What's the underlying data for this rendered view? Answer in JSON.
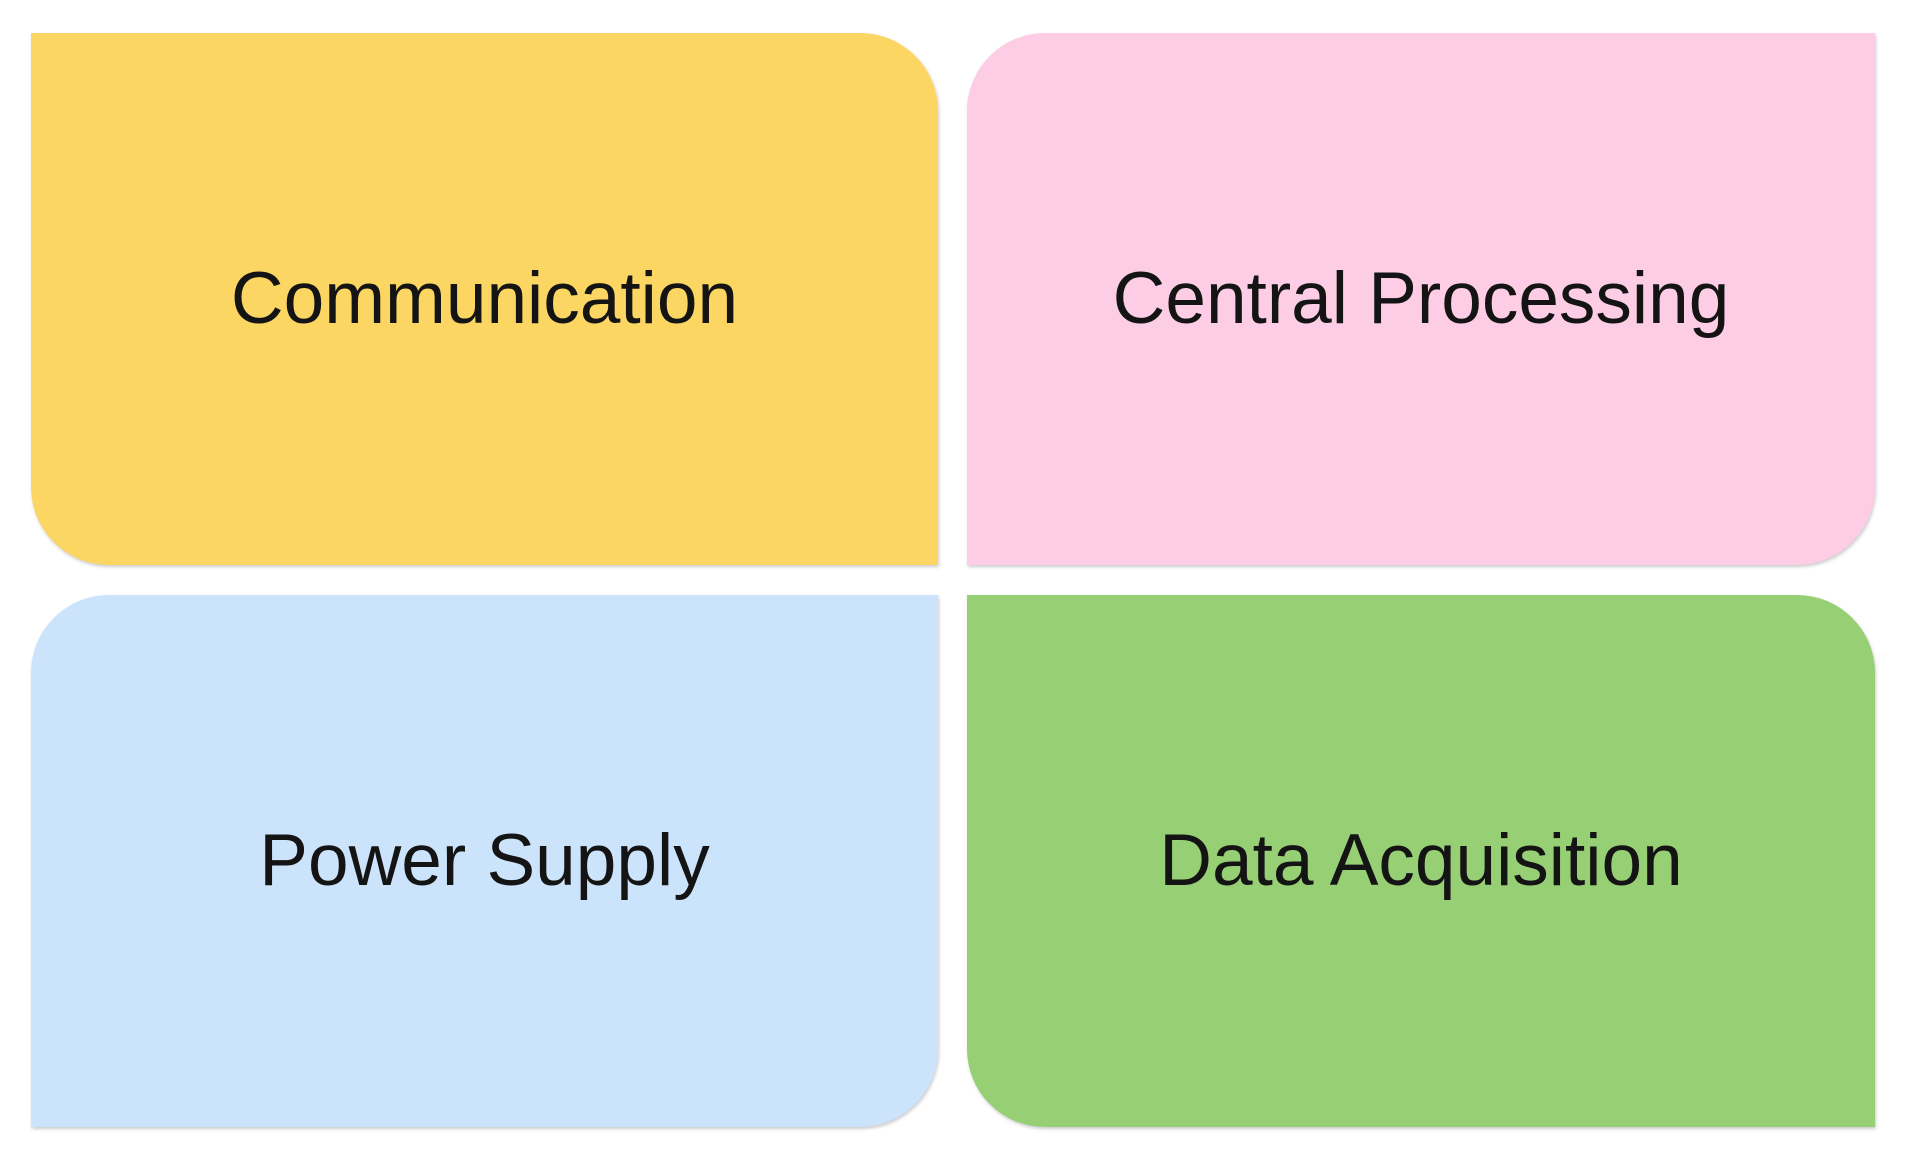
{
  "diagram": {
    "background": "#ffffff",
    "text_color": "#141414",
    "blocks": [
      {
        "label": "Communication",
        "color": "#FCD662",
        "position": "top-left"
      },
      {
        "label": "Central Processing",
        "color": "#FCCDE4",
        "position": "top-right"
      },
      {
        "label": "Power Supply",
        "color": "#CCE4FB",
        "position": "bottom-left"
      },
      {
        "label": "Data Acquisition",
        "color": "#97CF74",
        "position": "bottom-right"
      }
    ]
  }
}
